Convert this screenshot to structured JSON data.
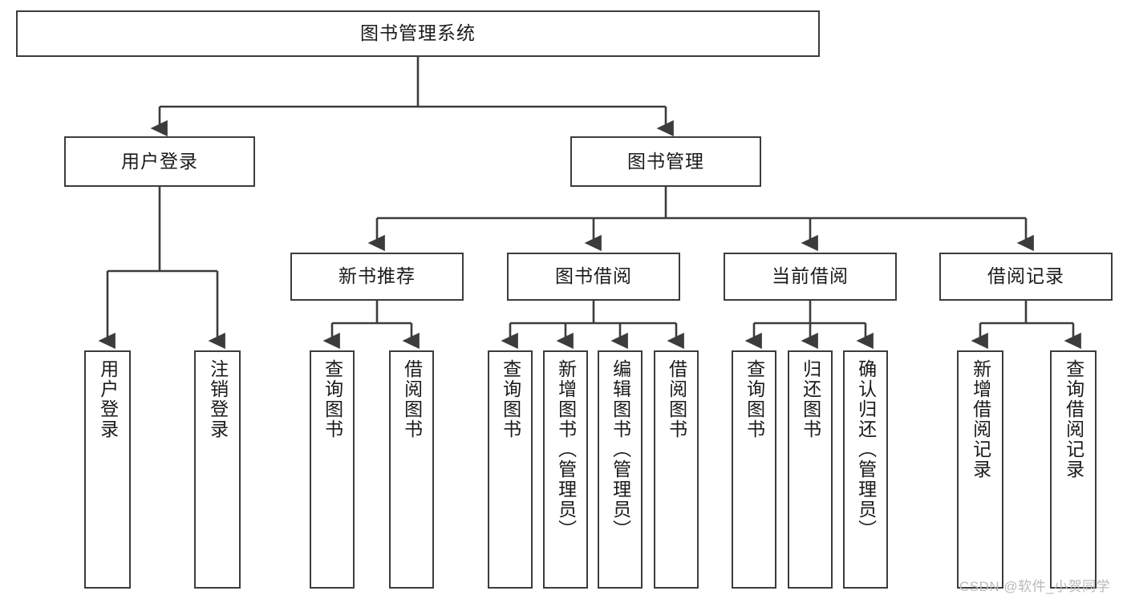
{
  "diagram": {
    "title": "图书管理系统",
    "type": "hierarchy-tree",
    "orientation": "top-down",
    "colors": {
      "background": "#ffffff",
      "node_border": "#3c3c3c",
      "node_fill": "#ffffff",
      "connector": "#3c3c3c",
      "text": "#1a1a1a",
      "watermark": "#b9b9b9"
    },
    "levels": [
      {
        "level": 1,
        "nodes": [
          {
            "id": "root",
            "label": "图书管理系统",
            "orientation": "horizontal"
          }
        ]
      },
      {
        "level": 2,
        "nodes": [
          {
            "id": "user-login",
            "label": "用户登录",
            "orientation": "horizontal",
            "parent": "root"
          },
          {
            "id": "book-manage",
            "label": "图书管理",
            "orientation": "horizontal",
            "parent": "root"
          }
        ]
      },
      {
        "level": 3,
        "nodes": [
          {
            "id": "new-book-rec",
            "label": "新书推荐",
            "orientation": "horizontal",
            "parent": "book-manage"
          },
          {
            "id": "book-borrow",
            "label": "图书借阅",
            "orientation": "horizontal",
            "parent": "book-manage"
          },
          {
            "id": "current-borrow",
            "label": "当前借阅",
            "orientation": "horizontal",
            "parent": "book-manage"
          },
          {
            "id": "borrow-record",
            "label": "借阅记录",
            "orientation": "horizontal",
            "parent": "book-manage"
          }
        ]
      },
      {
        "level": 4,
        "nodes": [
          {
            "id": "leaf-1",
            "label": "用户登录",
            "orientation": "vertical",
            "parent": "user-login"
          },
          {
            "id": "leaf-2",
            "label": "注销登录",
            "orientation": "vertical",
            "parent": "user-login"
          },
          {
            "id": "leaf-3",
            "label": "查询图书",
            "orientation": "vertical",
            "parent": "new-book-rec"
          },
          {
            "id": "leaf-4",
            "label": "借阅图书",
            "orientation": "vertical",
            "parent": "new-book-rec"
          },
          {
            "id": "leaf-5",
            "label": "查询图书",
            "orientation": "vertical",
            "parent": "book-borrow"
          },
          {
            "id": "leaf-6",
            "label": "新增图书（管理员）",
            "orientation": "vertical",
            "parent": "book-borrow"
          },
          {
            "id": "leaf-7",
            "label": "编辑图书（管理员）",
            "orientation": "vertical",
            "parent": "book-borrow"
          },
          {
            "id": "leaf-8",
            "label": "借阅图书",
            "orientation": "vertical",
            "parent": "book-borrow"
          },
          {
            "id": "leaf-9",
            "label": "查询图书",
            "orientation": "vertical",
            "parent": "current-borrow"
          },
          {
            "id": "leaf-10",
            "label": "归还图书",
            "orientation": "vertical",
            "parent": "current-borrow"
          },
          {
            "id": "leaf-11",
            "label": "确认归还（管理员）",
            "orientation": "vertical",
            "parent": "current-borrow"
          },
          {
            "id": "leaf-12",
            "label": "新增借阅记录",
            "orientation": "vertical",
            "parent": "borrow-record"
          },
          {
            "id": "leaf-13",
            "label": "查询借阅记录",
            "orientation": "vertical",
            "parent": "borrow-record"
          }
        ]
      }
    ]
  },
  "watermark": {
    "text": "CSDN @软件_小贺同学"
  }
}
